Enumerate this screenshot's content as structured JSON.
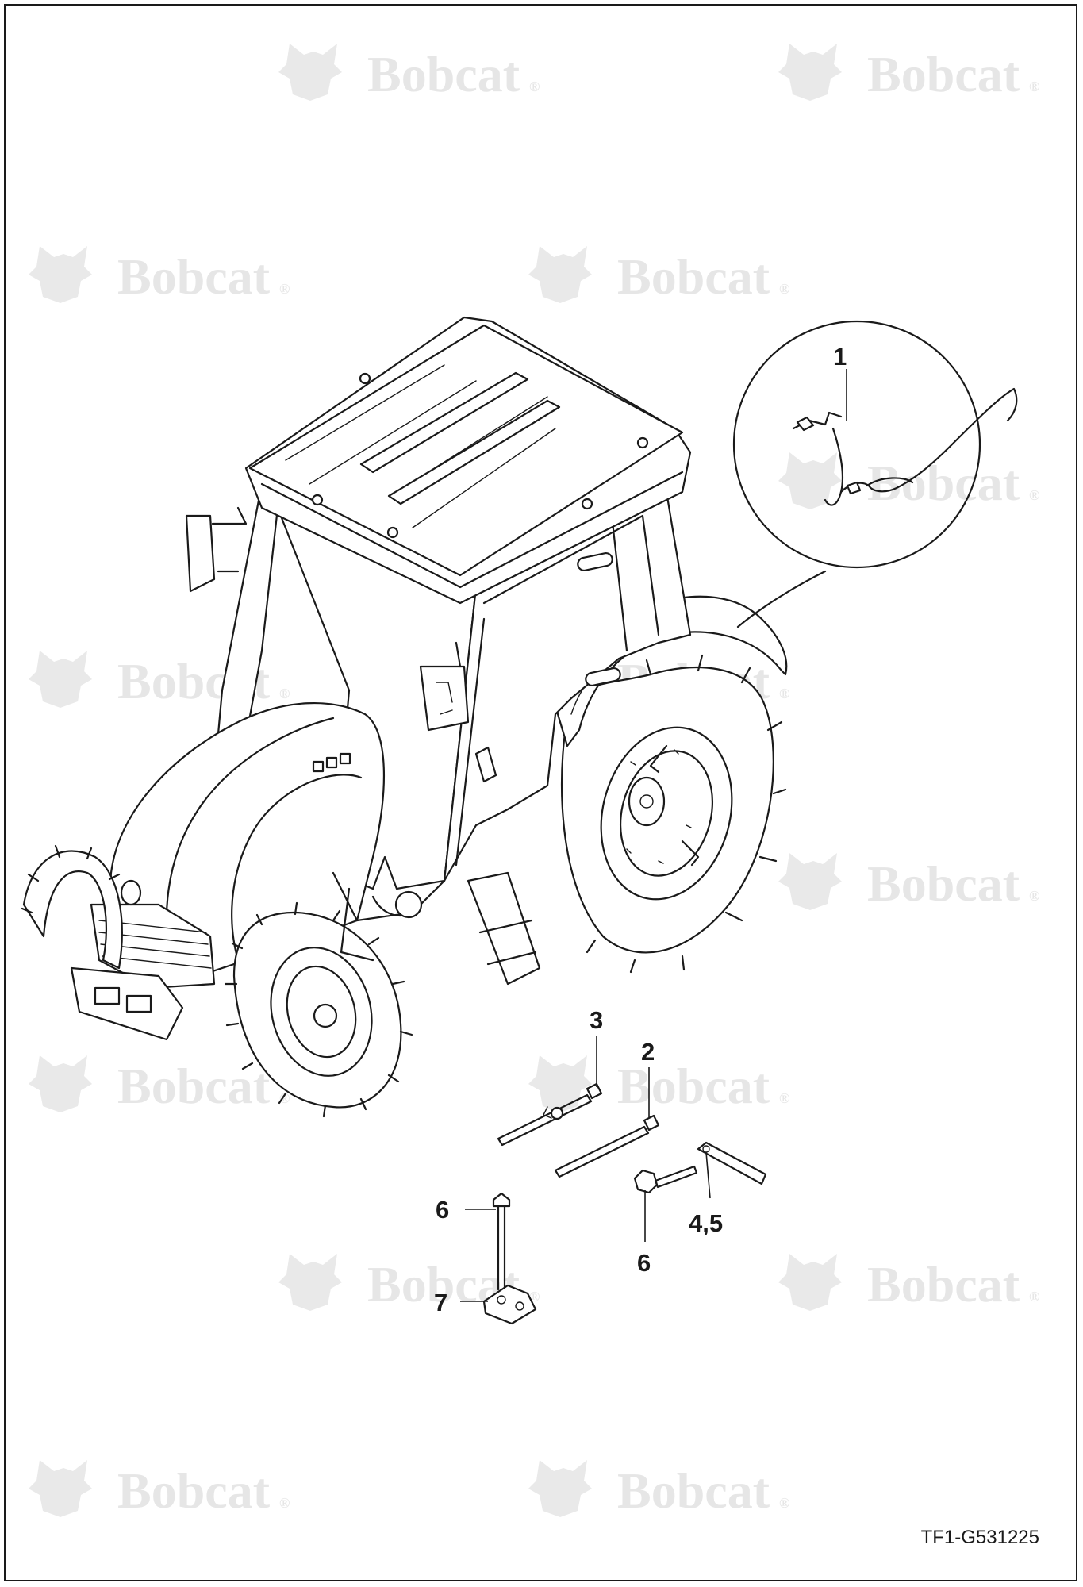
{
  "watermark": {
    "brand": "Bobcat",
    "mark": "®"
  },
  "callouts": [
    {
      "id": "callout-1",
      "label": "1"
    },
    {
      "id": "callout-3",
      "label": "3"
    },
    {
      "id": "callout-2",
      "label": "2"
    },
    {
      "id": "callout-6-left",
      "label": "6"
    },
    {
      "id": "callout-4-5",
      "label": "4,5"
    },
    {
      "id": "callout-6-right",
      "label": "6"
    },
    {
      "id": "callout-7",
      "label": "7"
    }
  ],
  "drawing_id": "TF1-G531225",
  "colors": {
    "line": "#1a1a1a",
    "watermark": "#e6e6e6",
    "background": "#ffffff"
  },
  "icons": [
    "bobcat-logo-icon",
    "tractor-cab-illustration",
    "wiring-harness-icon",
    "cable-tie-icon",
    "bolt-icon",
    "bracket-icon",
    "strap-icon"
  ]
}
